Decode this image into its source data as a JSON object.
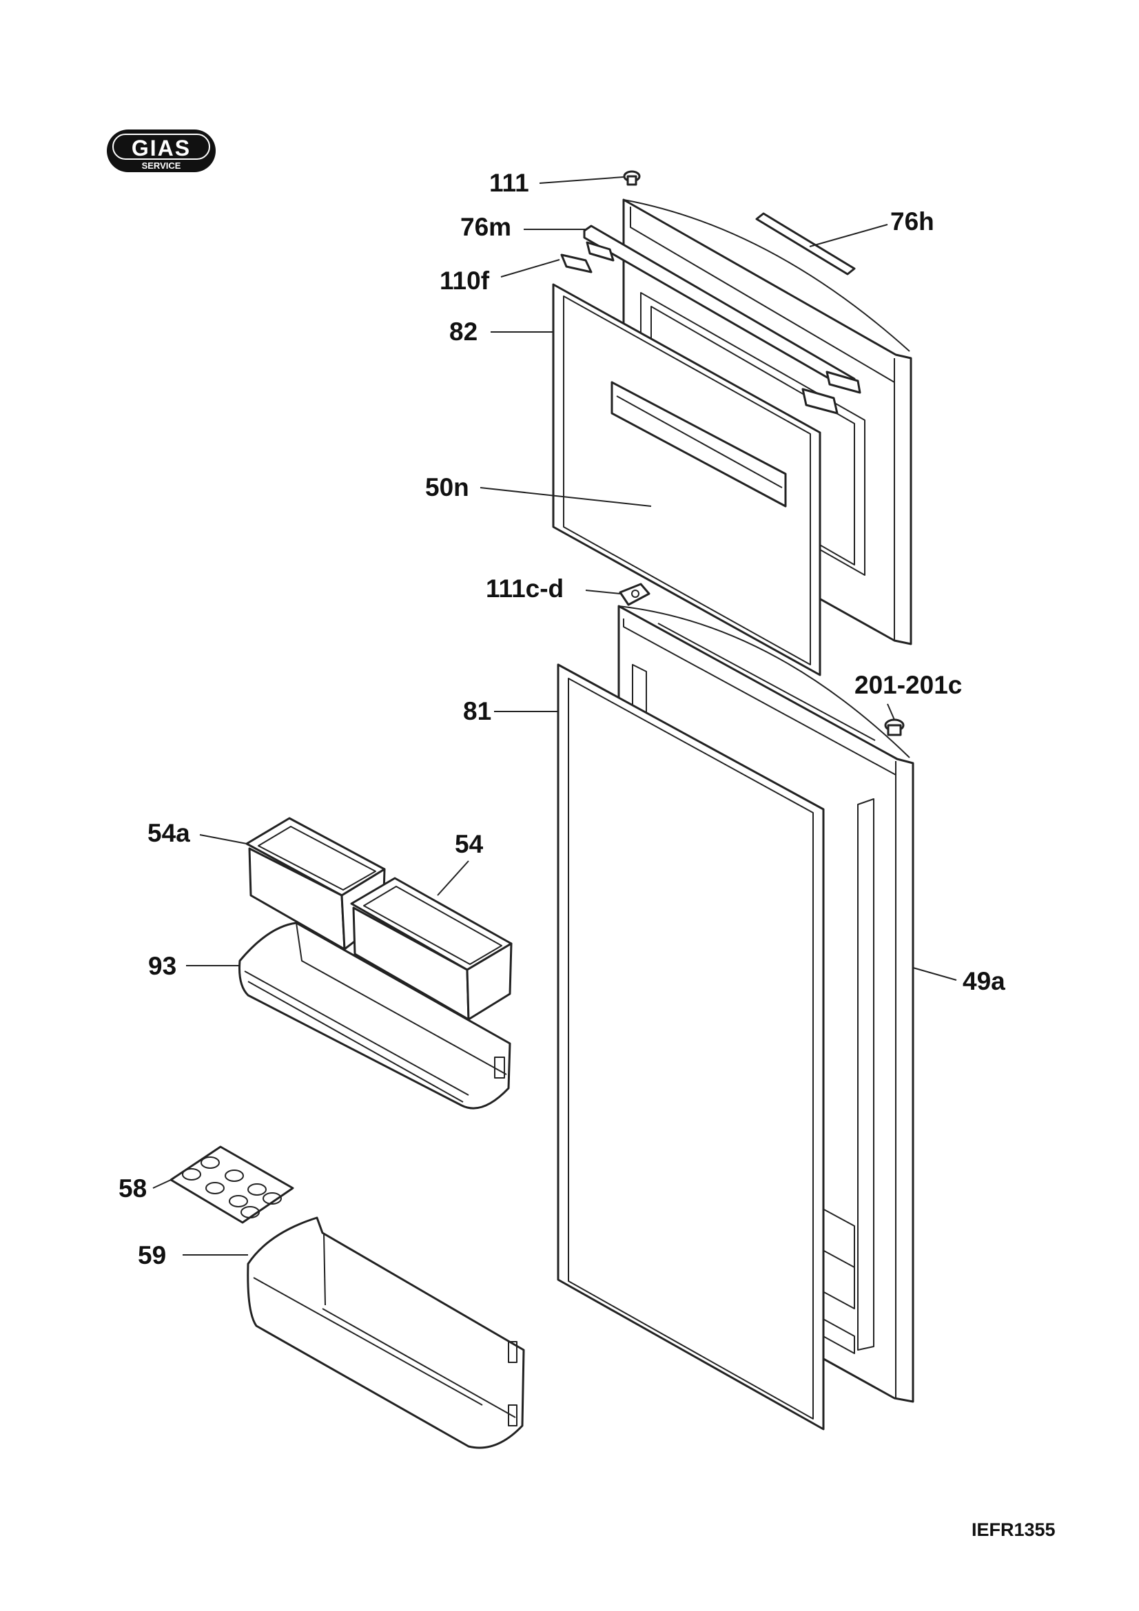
{
  "logo": {
    "brand": "GIAS",
    "subtitle": "SERVICE"
  },
  "drawing_code": "IEFR1355",
  "callouts": [
    {
      "id": "111",
      "label": "111"
    },
    {
      "id": "76h",
      "label": "76h"
    },
    {
      "id": "76m",
      "label": "76m"
    },
    {
      "id": "110f",
      "label": "110f"
    },
    {
      "id": "82",
      "label": "82"
    },
    {
      "id": "50n",
      "label": "50n"
    },
    {
      "id": "111c-d",
      "label": "111c-d"
    },
    {
      "id": "201-201c",
      "label": "201-201c"
    },
    {
      "id": "81",
      "label": "81"
    },
    {
      "id": "54a",
      "label": "54a"
    },
    {
      "id": "54",
      "label": "54"
    },
    {
      "id": "93",
      "label": "93"
    },
    {
      "id": "49a",
      "label": "49a"
    },
    {
      "id": "58",
      "label": "58"
    },
    {
      "id": "59",
      "label": "59"
    }
  ]
}
